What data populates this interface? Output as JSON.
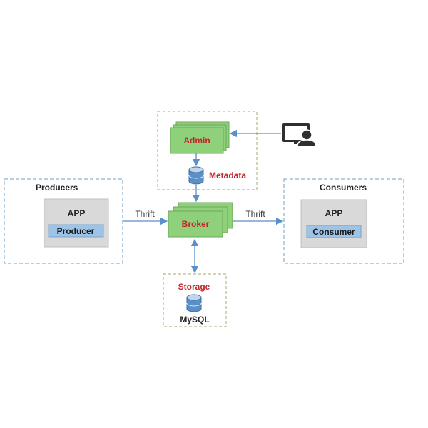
{
  "producers": {
    "title": "Producers",
    "app_label": "APP",
    "component_label": "Producer"
  },
  "consumers": {
    "title": "Consumers",
    "app_label": "APP",
    "component_label": "Consumer"
  },
  "admin": {
    "label": "Admin"
  },
  "metadata": {
    "label": "Metadata"
  },
  "broker": {
    "label": "Broker"
  },
  "storage": {
    "title": "Storage",
    "db_label": "MySQL"
  },
  "edges": {
    "producer_to_broker": "Thrift",
    "broker_to_consumer": "Thrift"
  },
  "icons": {
    "user": "user-at-computer-icon",
    "database": "database-icon"
  },
  "colors": {
    "green_fill": "#8fd07a",
    "green_stroke": "#6aa85a",
    "red_text": "#c0282b",
    "arrow_blue": "#5b8fc7",
    "dashed_blue": "#6d9fc7",
    "dashed_olive": "#a7ac6a",
    "grey_box": "#d9d9d9",
    "blue_inner": "#9dc3e6"
  }
}
